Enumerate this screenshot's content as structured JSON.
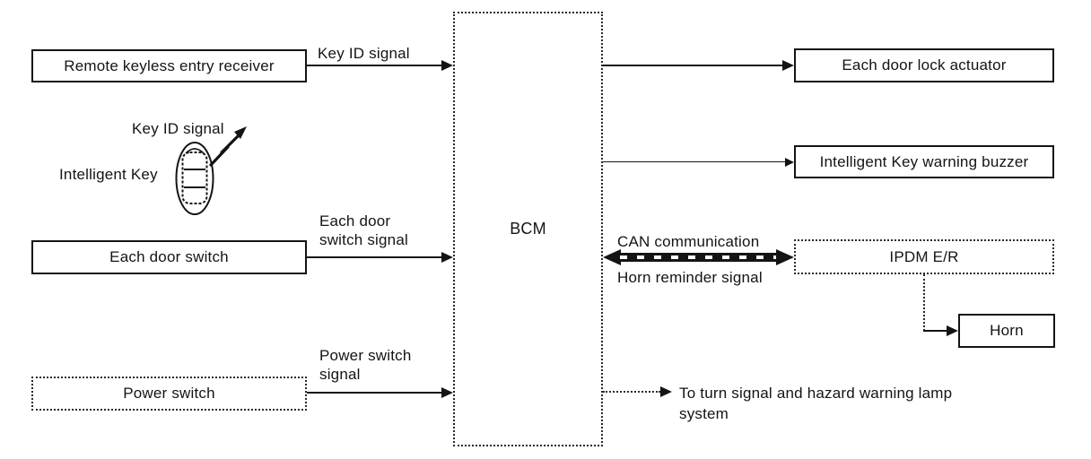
{
  "colors": {
    "ink": "#141414",
    "paper": "#ffffff"
  },
  "boxes": {
    "remote_receiver": "Remote keyless entry receiver",
    "door_switch": "Each door switch",
    "power_switch": "Power switch",
    "bcm": "BCM",
    "door_lock_actuator": "Each door lock actuator",
    "warning_buzzer": "Intelligent Key warning buzzer",
    "ipdm": "IPDM E/R",
    "horn": "Horn"
  },
  "labels": {
    "key_id_signal": "Key ID signal",
    "key_id_signal_wireless": "Key ID signal",
    "intelligent_key": "Intelligent Key",
    "door_switch_signal": "Each door switch signal",
    "power_switch_signal": "Power switch signal",
    "can_communication": "CAN communication",
    "horn_reminder_signal": "Horn reminder signal",
    "turn_signal_note": "To turn signal and hazard warning lamp system"
  },
  "icons": {
    "intelligent_key_fob": "key-fob-outline",
    "wireless_zigzag": "zigzag-lightning-arrow"
  }
}
